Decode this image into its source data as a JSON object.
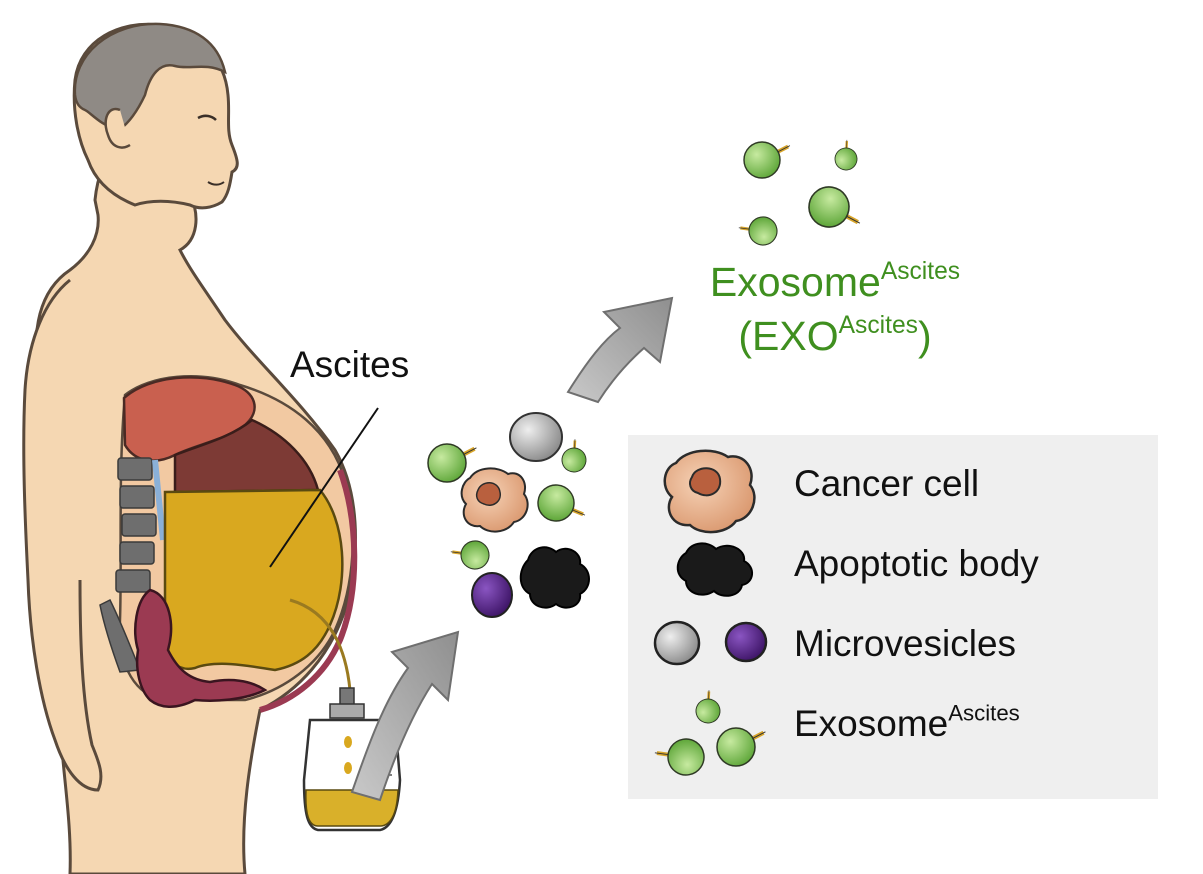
{
  "labels": {
    "ascites": "Ascites",
    "exosome_title_main": "Exosome",
    "exosome_title_sup": "Ascites",
    "exo_abbrev_open": "(EXO",
    "exo_abbrev_sup": "Ascites",
    "exo_abbrev_close": ")"
  },
  "legend": {
    "cancer_cell": "Cancer cell",
    "apoptotic_body": "Apoptotic body",
    "microvesicles": "Microvesicles",
    "exosome_main": "Exosome",
    "exosome_sup": "Ascites"
  },
  "colors": {
    "skin": "#f5d7b2",
    "skin_outline": "#5a4a3c",
    "hair": "#8f8a85",
    "liver": "#c9604f",
    "organ_dark": "#7d3a35",
    "ascites_fluid": "#d9a81f",
    "spine": "#6e6e6e",
    "intestine": "#9b3a52",
    "exosome_green": "#7fc34a",
    "exosome_stalk": "#d8a52a",
    "cancer_cell": "#e7b08a",
    "cancer_nucleus": "#b9603e",
    "microvesicle_grey": "#a9a9a9",
    "microvesicle_purple": "#5b2a8c",
    "apoptotic_black": "#1a1a1a",
    "arrow_grey": "#a4a4a4",
    "title_green": "#3f8f1f",
    "legend_bg": "#efefef"
  },
  "icons": [
    "human-profile-icon",
    "drainage-bag-icon",
    "arrow-up-right-icon",
    "exosome-icon",
    "cancer-cell-icon",
    "apoptotic-body-icon",
    "microvesicle-icon"
  ]
}
